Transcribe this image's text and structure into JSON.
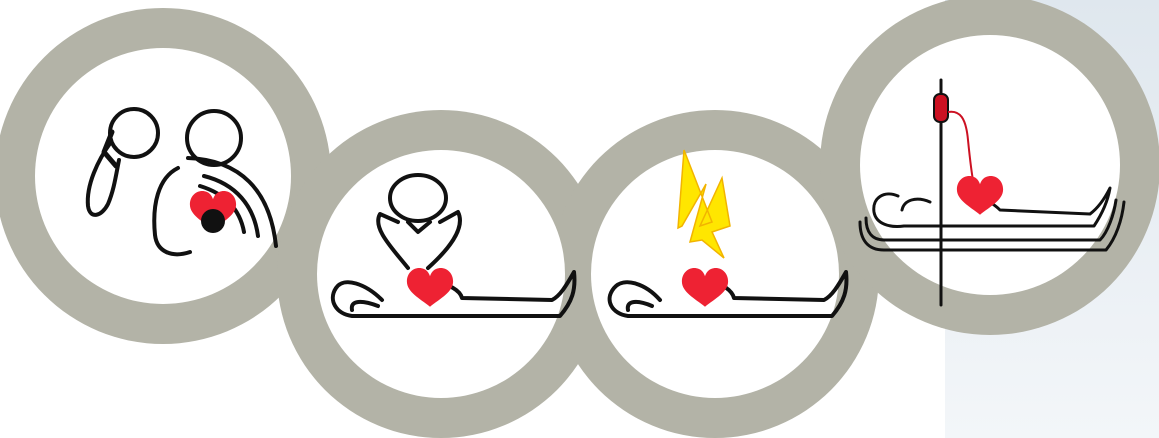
{
  "colors": {
    "background": "#ffffff",
    "panel_top": "#dfe7ee",
    "panel_bottom": "#f3f6f9",
    "ring": "#b3b3a7",
    "circle_fill": "#ffffff",
    "line": "#111111",
    "heart": "#ee2233",
    "bolt_fill": "#ffe600",
    "bolt_stroke": "#f2b400",
    "iv_line": "#cc1122"
  },
  "links": [
    {
      "step": 1,
      "icon": "early-recognition-call-icon"
    },
    {
      "step": 2,
      "icon": "cpr-chest-compression-icon"
    },
    {
      "step": 3,
      "icon": "defibrillation-shock-icon"
    },
    {
      "step": 4,
      "icon": "post-resuscitation-care-icon"
    }
  ]
}
